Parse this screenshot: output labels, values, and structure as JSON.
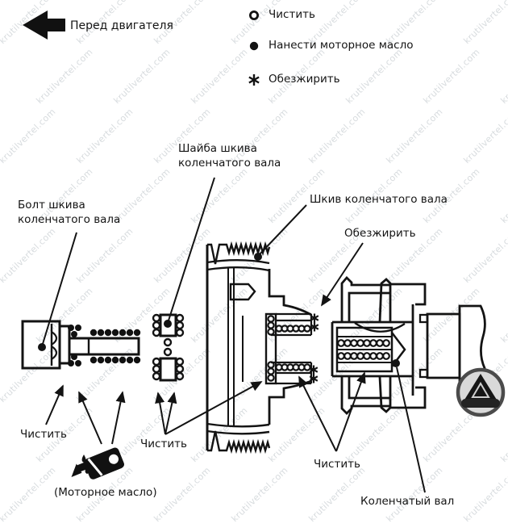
{
  "page": {
    "background": "#ffffff",
    "ink": "#131313"
  },
  "watermark": {
    "text": "krutilvertel.com",
    "color": "rgba(135,146,156,0.33)"
  },
  "orientation": {
    "label": "Перед двигателя"
  },
  "legend": {
    "items": [
      {
        "symbol": "open-circle",
        "meaning": "clean",
        "label": "Чистить"
      },
      {
        "symbol": "filled-circle",
        "meaning": "apply-engine-oil",
        "label": "Нанести моторное масло"
      },
      {
        "symbol": "asterisk",
        "meaning": "degrease",
        "label": "Обезжирить"
      }
    ]
  },
  "callouts": {
    "bolt": "Болт шкива\nколенчатого вала",
    "washer": "Шайба шкива\nколенчатого вала",
    "pulley": "Шкив коленчатого вала",
    "degrease": "Обезжирить",
    "clean_bolt": "Чистить",
    "clean_washer": "Чистить",
    "clean_crank": "Чистить",
    "oil_note": "(Моторное масло)",
    "crankshaft": "Коленчатый вал"
  },
  "brand_badge": {
    "icon": "mountain-logo-badge"
  }
}
